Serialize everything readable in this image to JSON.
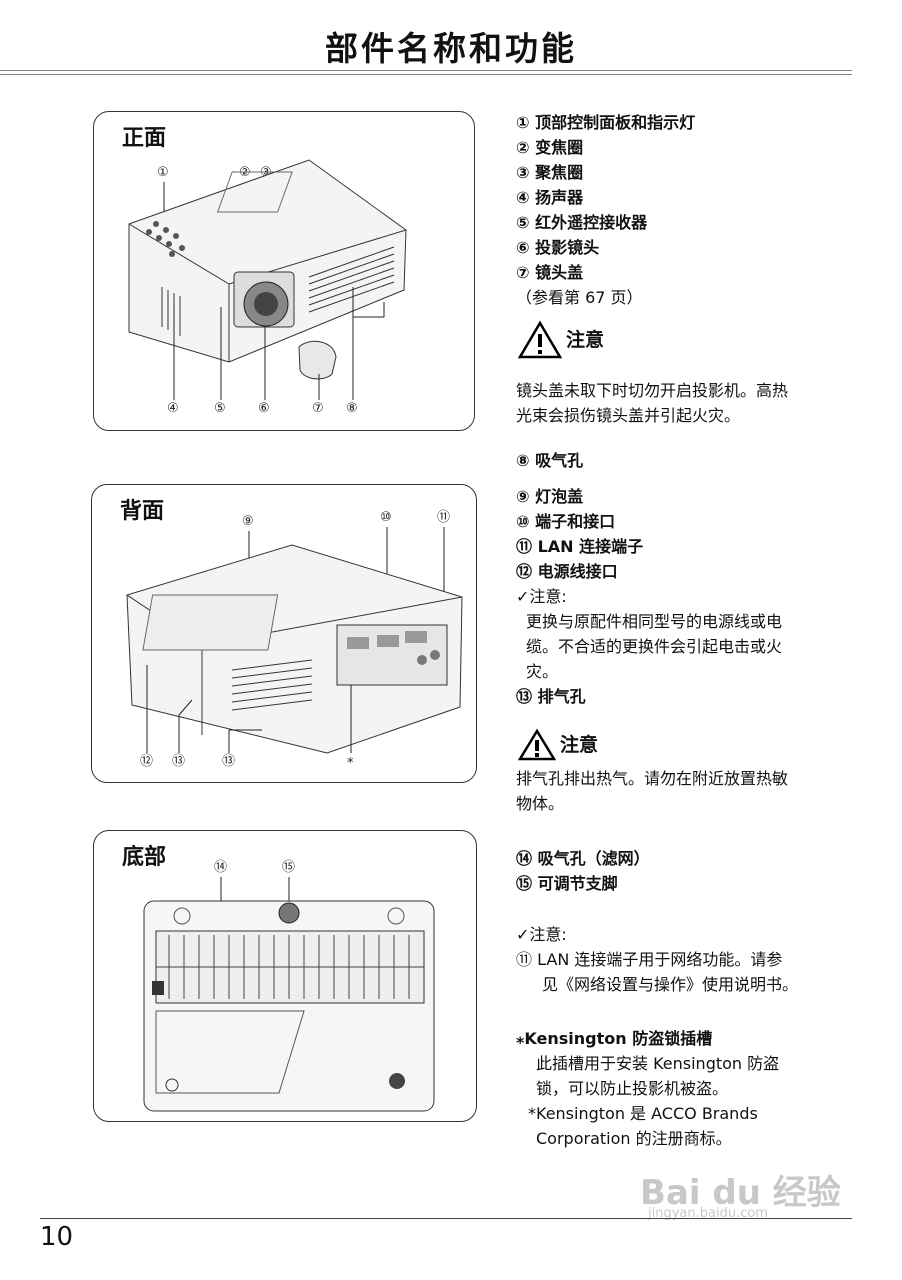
{
  "page_title": "部件名称和功能",
  "page_number": "10",
  "panels": {
    "front": {
      "title": "正面",
      "callouts": [
        "①",
        "②",
        "③",
        "④",
        "⑤",
        "⑥",
        "⑦",
        "⑧"
      ]
    },
    "rear": {
      "title": "背面",
      "callouts": [
        "⑨",
        "⑩",
        "⑪",
        "⑫",
        "⑬",
        "⑬",
        "*"
      ]
    },
    "bottom": {
      "title": "底部",
      "callouts": [
        "⑭",
        "⑮"
      ]
    }
  },
  "front_items": [
    "① 顶部控制面板和指示灯",
    "② 变焦圈",
    "③ 聚焦圈",
    "④ 扬声器",
    "⑤ 红外遥控接收器",
    "⑥ 投影镜头",
    "⑦ 镜头盖"
  ],
  "front_ref": "（参看第 67 页）",
  "caution_label": "注意",
  "caution1": [
    "镜头盖未取下时切勿开启投影机。高热",
    "光束会损伤镜头盖并引起火灾。"
  ],
  "item8": "⑧ 吸气孔",
  "rear_items": [
    "⑨ 灯泡盖",
    "⑩ 端子和接口",
    "⑪ LAN 连接端子",
    "⑫ 电源线接口"
  ],
  "note_label": "✓注意:",
  "note1": [
    "更换与原配件相同型号的电源线或电",
    "缆。不合适的更换件会引起电击或火",
    "灾。"
  ],
  "item13": "⑬ 排气孔",
  "caution2": [
    "排气孔排出热气。请勿在附近放置热敏",
    "物体。"
  ],
  "bottom_items": [
    "⑭ 吸气孔（滤网）",
    "⑮ 可调节支脚"
  ],
  "note2": [
    "⑪ LAN 连接端子用于网络功能。请参",
    "见《网络设置与操作》使用说明书。"
  ],
  "kensington_title": "Kensington 防盗锁插槽",
  "kensington_prefix": "⁎",
  "kensington_text": [
    "此插槽用于安装 Kensington 防盗",
    "锁，可以防止投影机被盗。",
    "*Kensington 是 ACCO Brands",
    "Corporation 的注册商标。"
  ],
  "watermark": {
    "main": "Bai du 经验",
    "sub": "jingyan.baidu.com"
  }
}
